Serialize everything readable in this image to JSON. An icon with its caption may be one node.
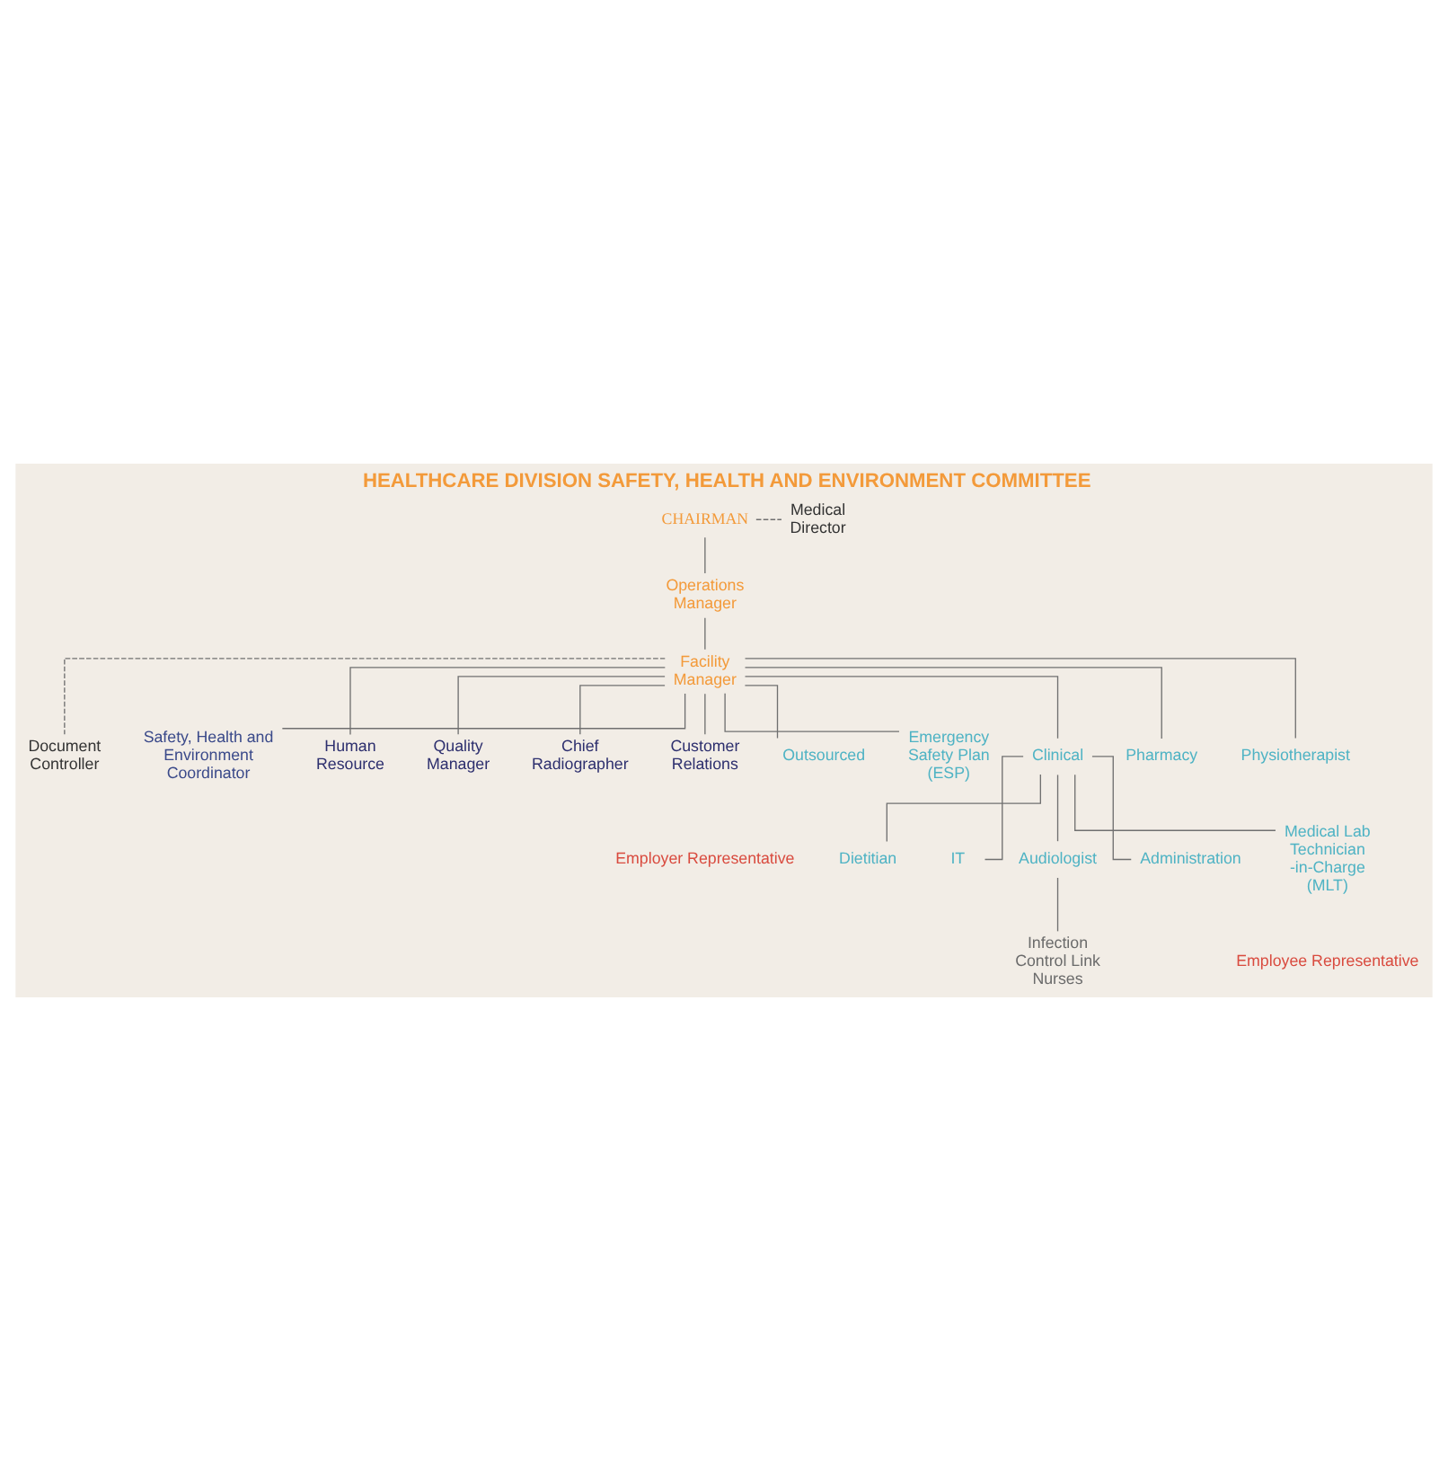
{
  "diagram": {
    "title": "HEALTHCARE DIVISION SAFETY, HEALTH AND ENVIRONMENT COMMITTEE",
    "nodes": [
      {
        "text": [
          "CHAIRMAN"
        ]
      },
      {
        "text": [
          "Medical Director"
        ]
      },
      {
        "text": [
          "Operations Manager"
        ]
      },
      {
        "text": [
          "Facility Manager"
        ]
      },
      {
        "text": [
          "Document Controller"
        ]
      },
      {
        "text": [
          "Safety, Health and Environment Coordinator"
        ]
      },
      {
        "text": [
          "Human Resource"
        ]
      },
      {
        "text": [
          "Quality Manager"
        ]
      },
      {
        "text": [
          "Chief Radiographer"
        ]
      },
      {
        "text": [
          "Customer Relations"
        ]
      },
      {
        "text": [
          "Outsourced"
        ]
      },
      {
        "text": [
          "Emergency Safety Plan (ESP)"
        ]
      },
      {
        "text": [
          "Clinical"
        ]
      },
      {
        "text": [
          "Pharmacy"
        ]
      },
      {
        "text": [
          "Physiotherapist"
        ]
      },
      {
        "text": [
          "Dietitian"
        ]
      },
      {
        "text": [
          "IT"
        ]
      },
      {
        "text": [
          "Audiologist"
        ]
      },
      {
        "text": [
          "Administration"
        ]
      },
      {
        "text": [
          "Medical Lab Technician -in-Charge (MLT)"
        ]
      },
      {
        "text": [
          "Infection Control Link Nurses"
        ]
      }
    ],
    "edges": [
      {
        "from": 0,
        "to": 1,
        "arrow": "none",
        "style": "dashed"
      },
      {
        "from": 0,
        "to": 2,
        "arrow": "none"
      },
      {
        "from": 2,
        "to": 3,
        "arrow": "none"
      },
      {
        "from": 3,
        "to": 4,
        "arrow": "none",
        "style": "dashed"
      },
      {
        "from": 3,
        "to": 5,
        "arrow": "none"
      },
      {
        "from": 3,
        "to": 6,
        "arrow": "none"
      },
      {
        "from": 3,
        "to": 7,
        "arrow": "none"
      },
      {
        "from": 3,
        "to": 8,
        "arrow": "none"
      },
      {
        "from": 3,
        "to": 9,
        "arrow": "none"
      },
      {
        "from": 3,
        "to": 10,
        "arrow": "none"
      },
      {
        "from": 3,
        "to": 11,
        "arrow": "none"
      },
      {
        "from": 3,
        "to": 12,
        "arrow": "none"
      },
      {
        "from": 3,
        "to": 13,
        "arrow": "none"
      },
      {
        "from": 3,
        "to": 14,
        "arrow": "none"
      },
      {
        "from": 12,
        "to": 15,
        "arrow": "none"
      },
      {
        "from": 12,
        "to": 16,
        "arrow": "none"
      },
      {
        "from": 12,
        "to": 17,
        "arrow": "none"
      },
      {
        "from": 12,
        "to": 18,
        "arrow": "none"
      },
      {
        "from": 12,
        "to": 19,
        "arrow": "none"
      },
      {
        "from": 17,
        "to": 20,
        "arrow": "none"
      }
    ],
    "labels": [
      "Employer Representative",
      "Employee Representative"
    ]
  }
}
